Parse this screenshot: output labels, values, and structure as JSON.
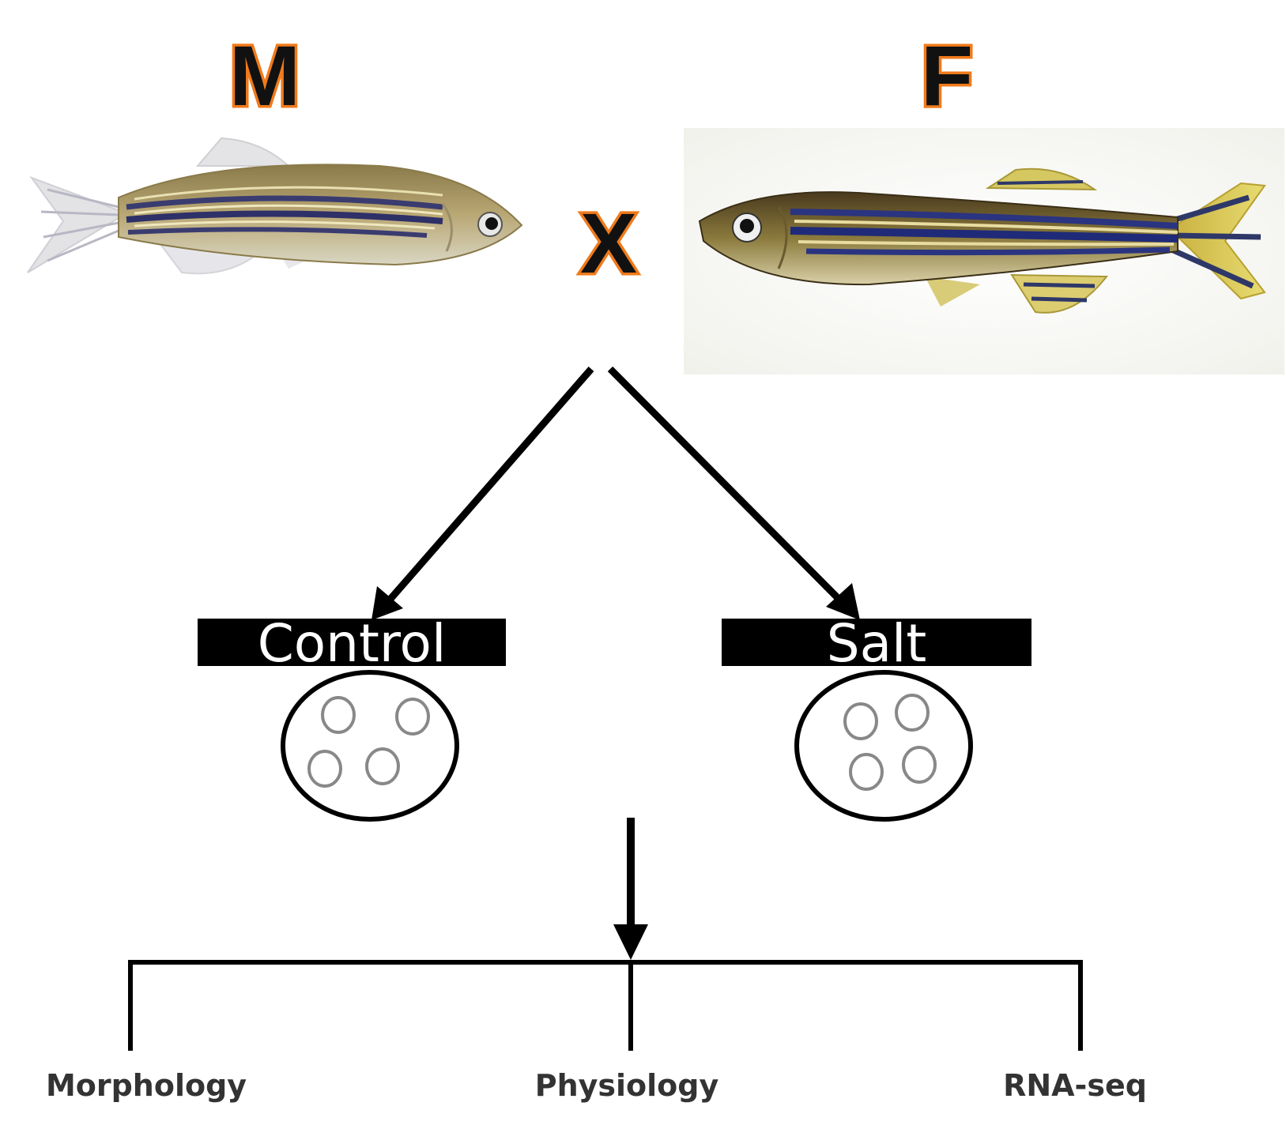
{
  "parents": {
    "male_label": "M",
    "female_label": "F",
    "cross_symbol": "X"
  },
  "treatments": {
    "control_label": "Control",
    "salt_label": "Salt"
  },
  "analyses": {
    "morphology": "Morphology",
    "physiology": "Physiology",
    "rnaseq": "RNA-seq"
  },
  "colors": {
    "label_outline": "#f07a1a",
    "line": "#000000",
    "box_fill": "#000000",
    "box_text": "#ffffff",
    "egg_outline": "#888888"
  },
  "icons": {
    "male_fish": "zebrafish-male-icon",
    "female_fish": "zebrafish-female-icon",
    "embryo_dish": "petri-dish-icon",
    "egg": "egg-icon"
  }
}
